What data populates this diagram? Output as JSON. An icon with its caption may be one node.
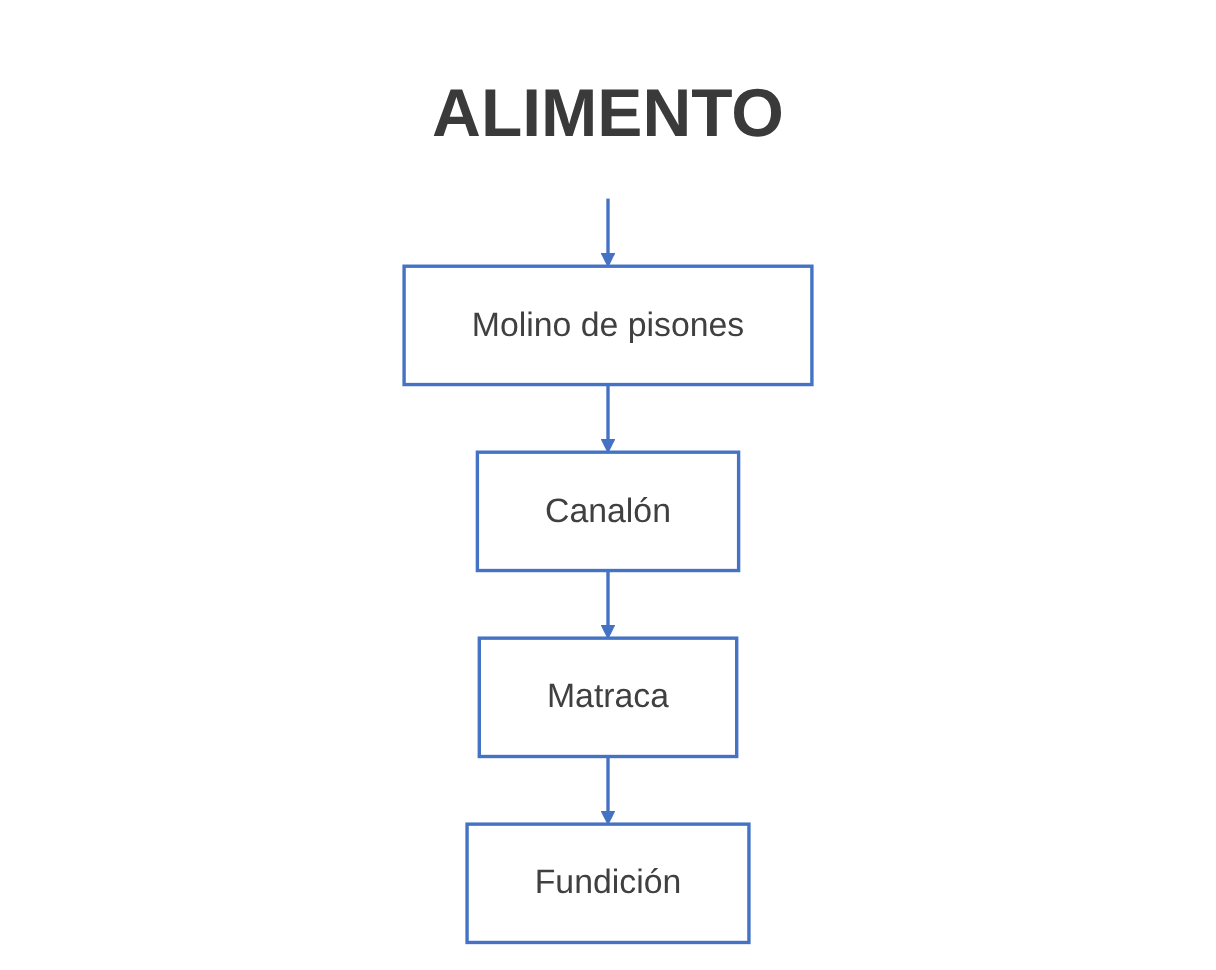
{
  "diagram": {
    "nodes": [
      {
        "text": [
          "ALIMENTO"
        ]
      },
      {
        "text": [
          "Molino de pisones"
        ]
      },
      {
        "text": [
          "Canalón"
        ]
      },
      {
        "text": [
          "Matraca"
        ]
      },
      {
        "text": [
          "Fundición"
        ]
      }
    ],
    "edges": [
      {
        "from": 0,
        "to": 1,
        "arrow": "to"
      },
      {
        "from": 1,
        "to": 2,
        "arrow": "to"
      },
      {
        "from": 2,
        "to": 3,
        "arrow": "to"
      },
      {
        "from": 3,
        "to": 4,
        "arrow": "to"
      }
    ]
  }
}
